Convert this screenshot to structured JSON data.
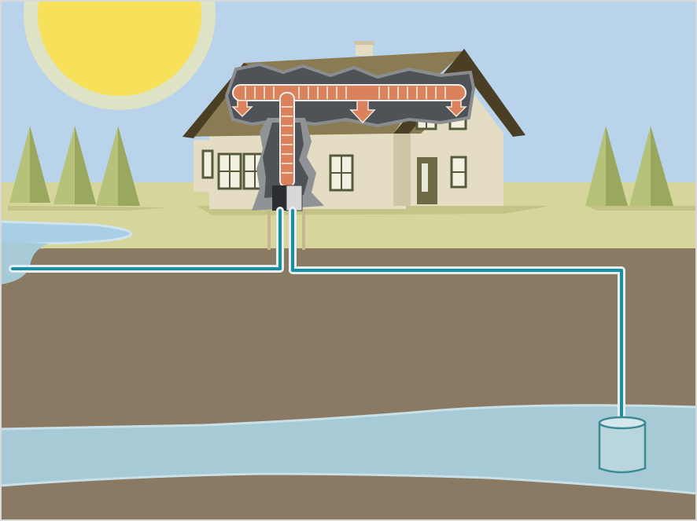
{
  "diagram": {
    "colors": {
      "sky": "#b9d3ea",
      "sun": "#f7e15a",
      "sun_halo": "#dfe3c6",
      "grass": "#d6d59b",
      "soil": "#8a7a63",
      "groundwater": "#a6cad6",
      "lake": "#a9cfe6",
      "pipe": "#1c8ea2",
      "pipe_outline": "#e6eef2",
      "roof": "#8a7b52",
      "roof_edge": "#4a3f24",
      "wall": "#e4ddc3",
      "wall_shade": "#cdc5a6",
      "insulation": "#4f5358",
      "duct": "#d9825b",
      "tree": "#b6c27a",
      "tree_shade": "#9aa85f"
    },
    "elements": [
      {
        "name": "sun",
        "icon": "sun-icon"
      },
      {
        "name": "trees-left",
        "icon": "tree-icon"
      },
      {
        "name": "trees-right",
        "icon": "tree-icon"
      },
      {
        "name": "house",
        "icon": "house-icon"
      },
      {
        "name": "attic-distribution-duct",
        "icon": "duct-icon"
      },
      {
        "name": "vertical-duct",
        "icon": "duct-icon"
      },
      {
        "name": "air-flow-arrows",
        "icon": "arrow-down-icon"
      },
      {
        "name": "heat-exchanger-unit",
        "icon": "box-icon"
      },
      {
        "name": "ground-pipe-loop",
        "icon": "pipe-icon"
      },
      {
        "name": "lake",
        "icon": "water-icon"
      },
      {
        "name": "groundwater-layer",
        "icon": "water-icon"
      },
      {
        "name": "well",
        "icon": "well-icon"
      }
    ]
  }
}
